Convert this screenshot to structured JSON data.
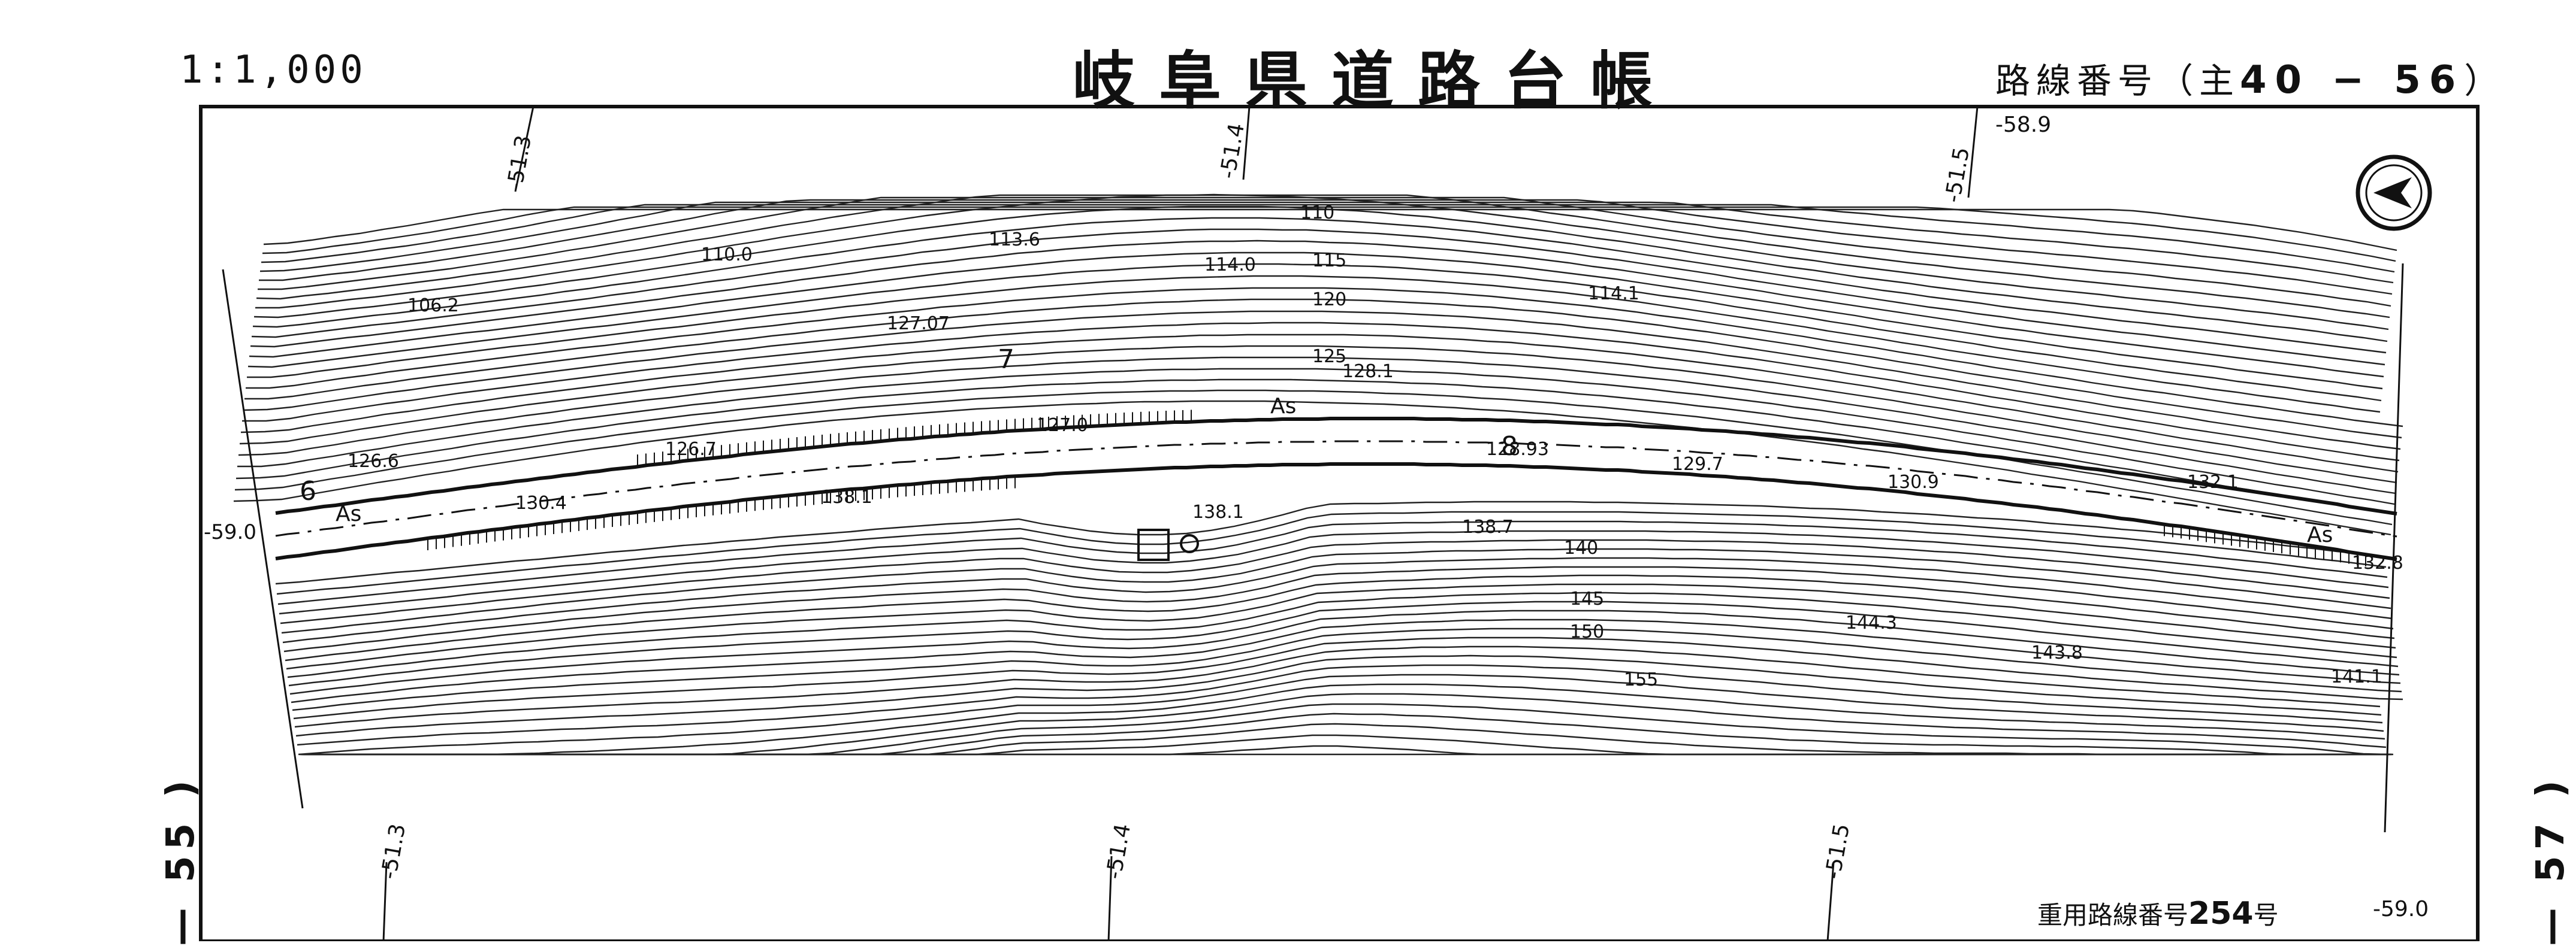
{
  "header": {
    "scale": "1:1,000",
    "title": "岐阜県道路台帳",
    "route_label": "路線番号（主",
    "route_number": "40 − 56",
    "route_close": "）"
  },
  "footer": {
    "dup_route_label": "重用路線番号",
    "dup_route_number": "254",
    "dup_route_suffix": "号"
  },
  "sheets": {
    "left": "55",
    "right": "57"
  },
  "grid_labels": {
    "top": [
      "-51.3",
      "-51.4",
      "-51.5",
      "-58.9"
    ],
    "bottom": [
      "-51.3",
      "-51.4",
      "-51.5",
      "-59.0"
    ],
    "left": "-59.0"
  },
  "stations": [
    "6",
    "7",
    "8"
  ],
  "surface_label": "As",
  "elevations": {
    "contours": [
      "110.0",
      "113.6",
      "114.0",
      "110",
      "115",
      "120",
      "125",
      "114.1",
      "106.2",
      "126.6",
      "126.7",
      "127.0",
      "127.07",
      "128.1",
      "128.93",
      "129.7",
      "130.9",
      "132.1",
      "132.8",
      "130.4",
      "138.1",
      "138.1",
      "138.7",
      "140",
      "145",
      "150",
      "155",
      "144.3",
      "143.8",
      "141.1"
    ]
  },
  "icons": [
    "north-arrow-icon"
  ]
}
